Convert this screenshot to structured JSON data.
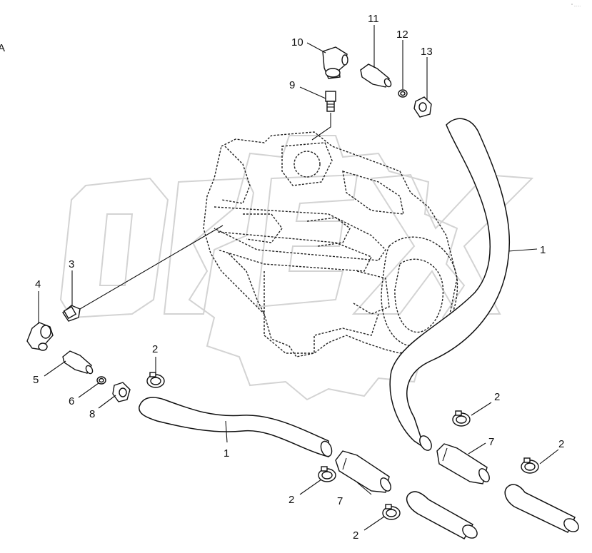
{
  "corner_mark": "A",
  "top_right_mark": "° ……",
  "watermark_text": "OPEX",
  "callouts": {
    "c1_right": "1",
    "c1_bottom": "1",
    "c2_a": "2",
    "c2_b": "2",
    "c2_c": "2",
    "c2_d": "2",
    "c2_e": "2",
    "c3": "3",
    "c4": "4",
    "c5": "5",
    "c6": "6",
    "c7_right": "7",
    "c7_bottom": "7",
    "c8": "8",
    "c9": "9",
    "c10": "10",
    "c11": "11",
    "c12": "12",
    "c13": "13"
  },
  "colors": {
    "ink": "#111111",
    "watermark": "#d3d3d3",
    "background": "#ffffff"
  }
}
